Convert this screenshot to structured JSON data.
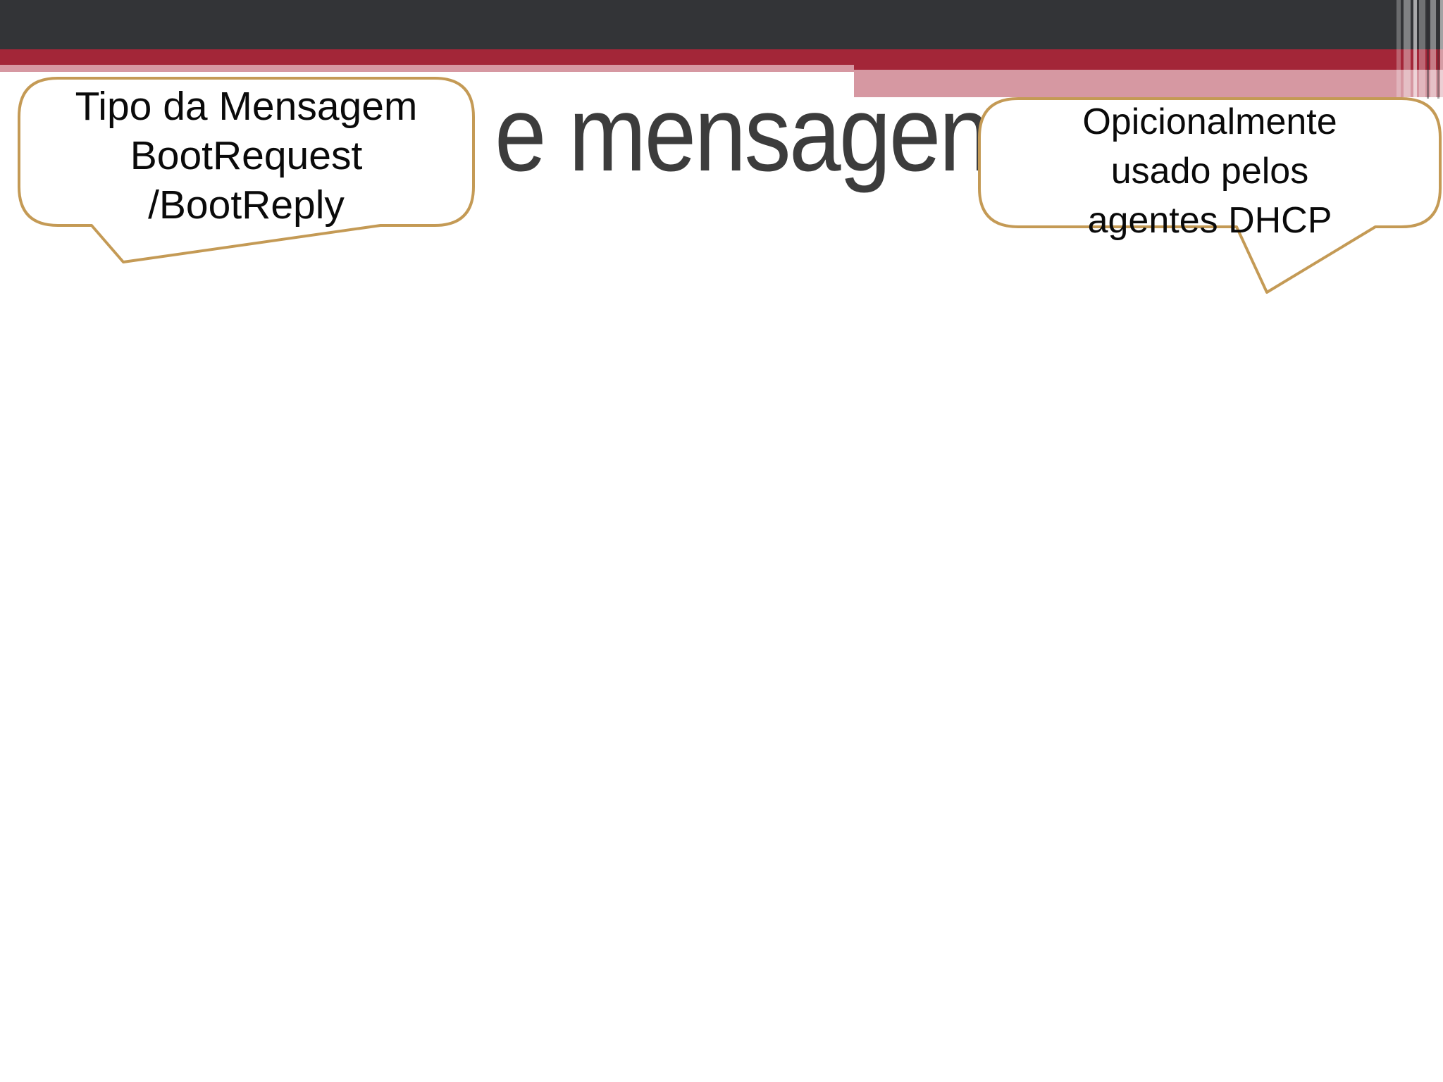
{
  "slide": {
    "title": {
      "visible_text": "e mensagen"
    },
    "callouts": {
      "left": {
        "lines": [
          "Tipo da Mensagem",
          "BootRequest",
          "/BootReply"
        ]
      },
      "right": {
        "lines": [
          "Opicionalmente",
          "usado pelos",
          "agentes DHCP"
        ]
      }
    },
    "icons": {
      "left_callout": "speech-bubble-icon",
      "right_callout": "speech-bubble-icon"
    }
  },
  "colors": {
    "header_dark": "#333437",
    "band_red": "#A32638",
    "band_pink": "#D698A2",
    "callout_border": "#C49A55",
    "title_color": "#3C3C3C",
    "callout_text": "#0A0A0A",
    "slide_bg": "#FFFFFF"
  }
}
